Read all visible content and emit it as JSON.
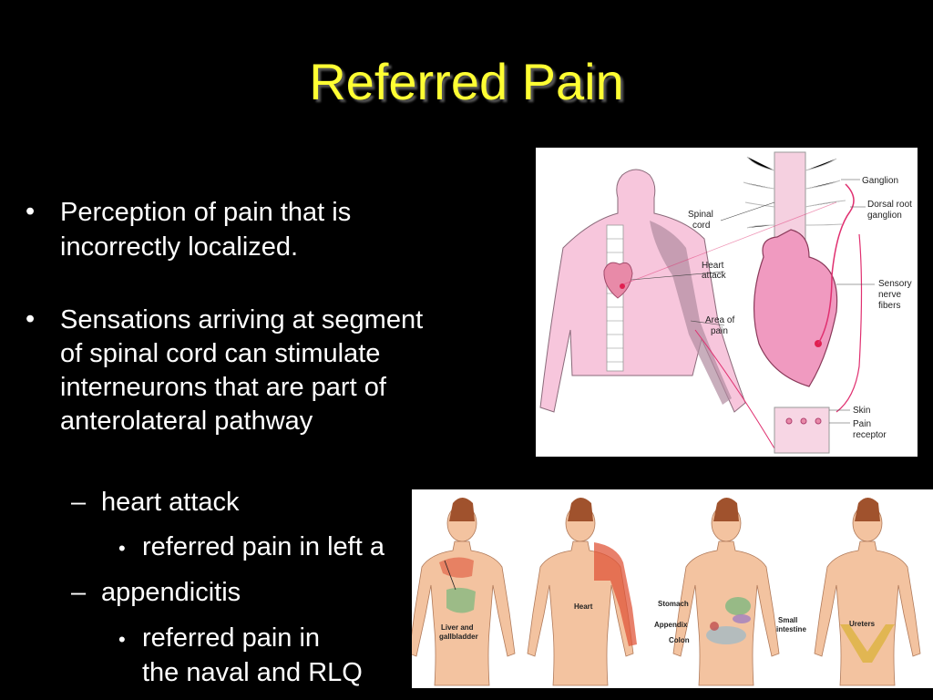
{
  "slide": {
    "title": "Referred Pain",
    "bullets": [
      {
        "lines": [
          "Perception of pain that is",
          "incorrectly localized."
        ]
      },
      {
        "lines": [
          "Sensations arriving at segment",
          "of spinal cord can stimulate",
          "interneurons that are part of",
          "anterolateral pathway"
        ]
      }
    ],
    "examples": [
      {
        "label": "heart attack",
        "detail_lines": [
          "referred pain in left a"
        ]
      },
      {
        "label": "appendicitis",
        "detail_lines": [
          "referred pain in",
          "the naval and RLQ"
        ]
      }
    ],
    "bullet_glyph": "•",
    "dash_glyph": "–"
  },
  "diagram": {
    "labels": {
      "ganglion": "Ganglion",
      "dorsal_root_1": "Dorsal root",
      "dorsal_root_2": "ganglion",
      "spinal_1": "Spinal",
      "spinal_2": "cord",
      "heart_attack_1": "Heart",
      "heart_attack_2": "attack",
      "area_1": "Area of",
      "area_2": "pain",
      "sensory_1": "Sensory",
      "sensory_2": "nerve",
      "sensory_3": "fibers",
      "skin": "Skin",
      "pain_receptor_1": "Pain",
      "pain_receptor_2": "receptor"
    }
  },
  "bodies": {
    "labels": {
      "liver_1": "Liver and",
      "liver_2": "gallbladder",
      "heart": "Heart",
      "stomach": "Stomach",
      "appendix": "Appendix",
      "colon": "Colon",
      "small_1": "Small",
      "small_2": "intestine",
      "ureters": "Ureters"
    }
  },
  "colors": {
    "title": "#ffff33",
    "text": "#ffffff",
    "background": "#000000",
    "pain_pink": "#f0a8c8",
    "nerve_red": "#e03070",
    "skin_tone": "#f3c3a0",
    "referred_red": "#e0553a"
  }
}
